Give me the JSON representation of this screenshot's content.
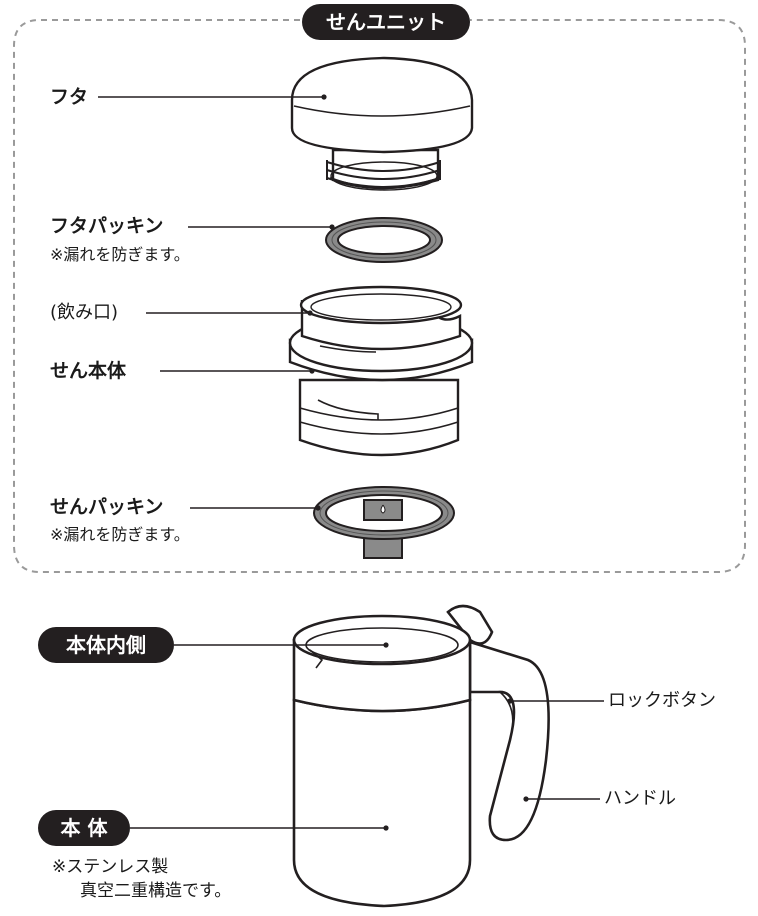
{
  "unit_header": "せんユニット",
  "parts": {
    "lid": "フタ",
    "lid_gasket": "フタパッキン",
    "lid_gasket_note": "※漏れを防ぎます。",
    "spout": "(飲み口)",
    "plug_body": "せん本体",
    "plug_gasket": "せんパッキン",
    "plug_gasket_note": "※漏れを防ぎます。",
    "inner": "本体内側",
    "body": "本 体",
    "body_note_line1": "※ステンレス製",
    "body_note_line2": "真空二重構造です。",
    "lock_button": "ロックボタン",
    "handle": "ハンドル"
  },
  "colors": {
    "outline": "#231f20",
    "pill_bg": "#231f20",
    "pill_text": "#ffffff",
    "gasket": "#8a8a8a",
    "dashed_border": "#9a9a9a"
  }
}
